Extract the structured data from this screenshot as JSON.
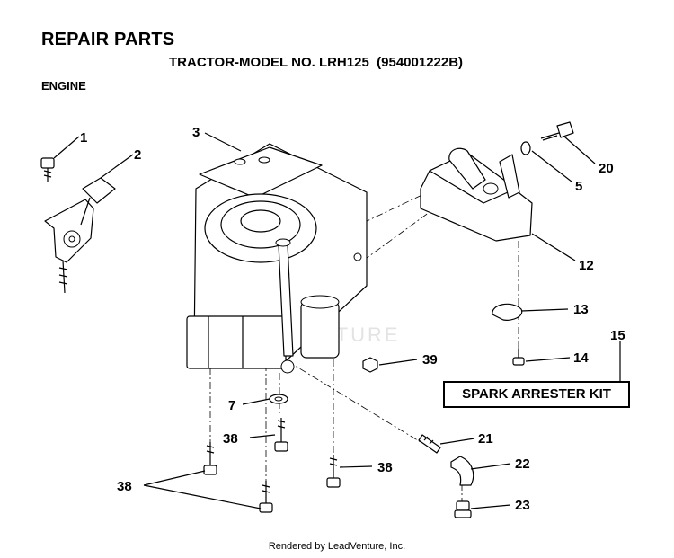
{
  "header": {
    "title": "REPAIR PARTS",
    "model": "TRACTOR-MODEL NO. LRH125",
    "model_code": "(954001222B)",
    "section": "ENGINE"
  },
  "parts": [
    {
      "id": "part-1",
      "label": "1"
    },
    {
      "id": "part-2",
      "label": "2"
    },
    {
      "id": "part-3",
      "label": "3"
    },
    {
      "id": "part-20",
      "label": "20"
    },
    {
      "id": "part-5",
      "label": "5"
    },
    {
      "id": "part-12",
      "label": "12"
    },
    {
      "id": "part-13",
      "label": "13"
    },
    {
      "id": "part-15",
      "label": "15"
    },
    {
      "id": "part-14",
      "label": "14"
    },
    {
      "id": "part-39",
      "label": "39"
    },
    {
      "id": "part-7",
      "label": "7"
    },
    {
      "id": "part-38a",
      "label": "38"
    },
    {
      "id": "part-38b",
      "label": "38"
    },
    {
      "id": "part-38c",
      "label": "38"
    },
    {
      "id": "part-21",
      "label": "21"
    },
    {
      "id": "part-22",
      "label": "22"
    },
    {
      "id": "part-23",
      "label": "23"
    }
  ],
  "kit": {
    "label": "SPARK ARRESTER KIT"
  },
  "watermark": "LEADVENTURE",
  "footer": "Rendered by LeadVenture, Inc."
}
